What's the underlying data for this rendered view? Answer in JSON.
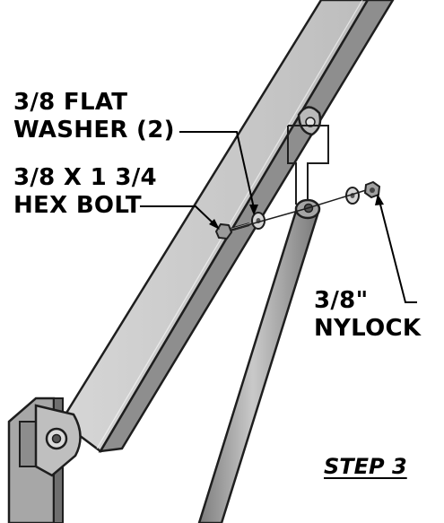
{
  "labels": {
    "washer_line1": "3/8 FLAT",
    "washer_line2": "WASHER (2)",
    "bolt_line1": "3/8 X 1 3/4",
    "bolt_line2": "HEX BOLT",
    "nylock_line1": "3/8\"",
    "nylock_line2": "NYLOCK"
  },
  "step": "STEP 3",
  "colors": {
    "tube_light": "#c4c4c4",
    "tube_mid": "#9f9f9f",
    "tube_dark": "#727272",
    "outline": "#1e1e1e"
  }
}
